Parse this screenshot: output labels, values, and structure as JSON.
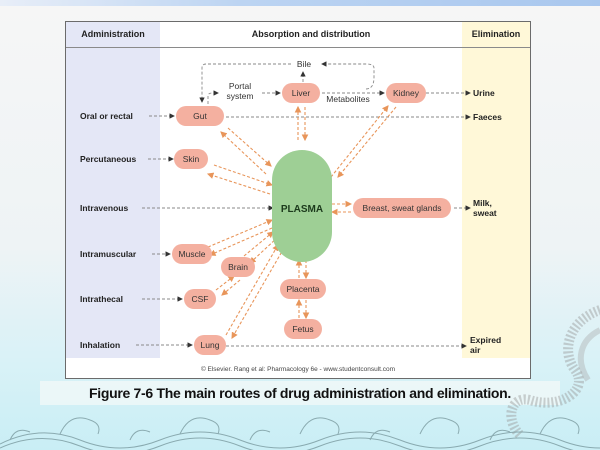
{
  "headers": {
    "administration": "Administration",
    "absorption": "Absorption and distribution",
    "elimination": "Elimination"
  },
  "administration_routes": [
    "Oral or rectal",
    "Percutaneous",
    "Intravenous",
    "Intramuscular",
    "Intrathecal",
    "Inhalation"
  ],
  "nodes": {
    "gut": "Gut",
    "liver": "Liver",
    "kidney": "Kidney",
    "bile": "Bile",
    "portal": [
      "Portal",
      "system"
    ],
    "metabolites": "Metabolites",
    "skin": "Skin",
    "plasma": "PLASMA",
    "breast": "Breast, sweat glands",
    "muscle": "Muscle",
    "brain": "Brain",
    "csf": "CSF",
    "lung": "Lung",
    "placenta": "Placenta",
    "fetus": "Fetus"
  },
  "elimination_routes": {
    "urine": "Urine",
    "faeces": "Faeces",
    "milk": [
      "Milk,",
      "sweat"
    ],
    "expired": [
      "Expired",
      "air"
    ]
  },
  "credit": "© Elsevier. Rang et al: Pharmacology 6e - www.studentconsult.com",
  "caption": "Figure 7-6 The main routes of drug administration and elimination.",
  "colors": {
    "node_fill": "#f4b0a0",
    "plasma_fill": "#9ecf95",
    "admin_column": "#e4e7f6",
    "elimination_column": "#fff8d8",
    "orange_arrow": "#e8955a",
    "gray_arrow": "#8a8a8a"
  }
}
